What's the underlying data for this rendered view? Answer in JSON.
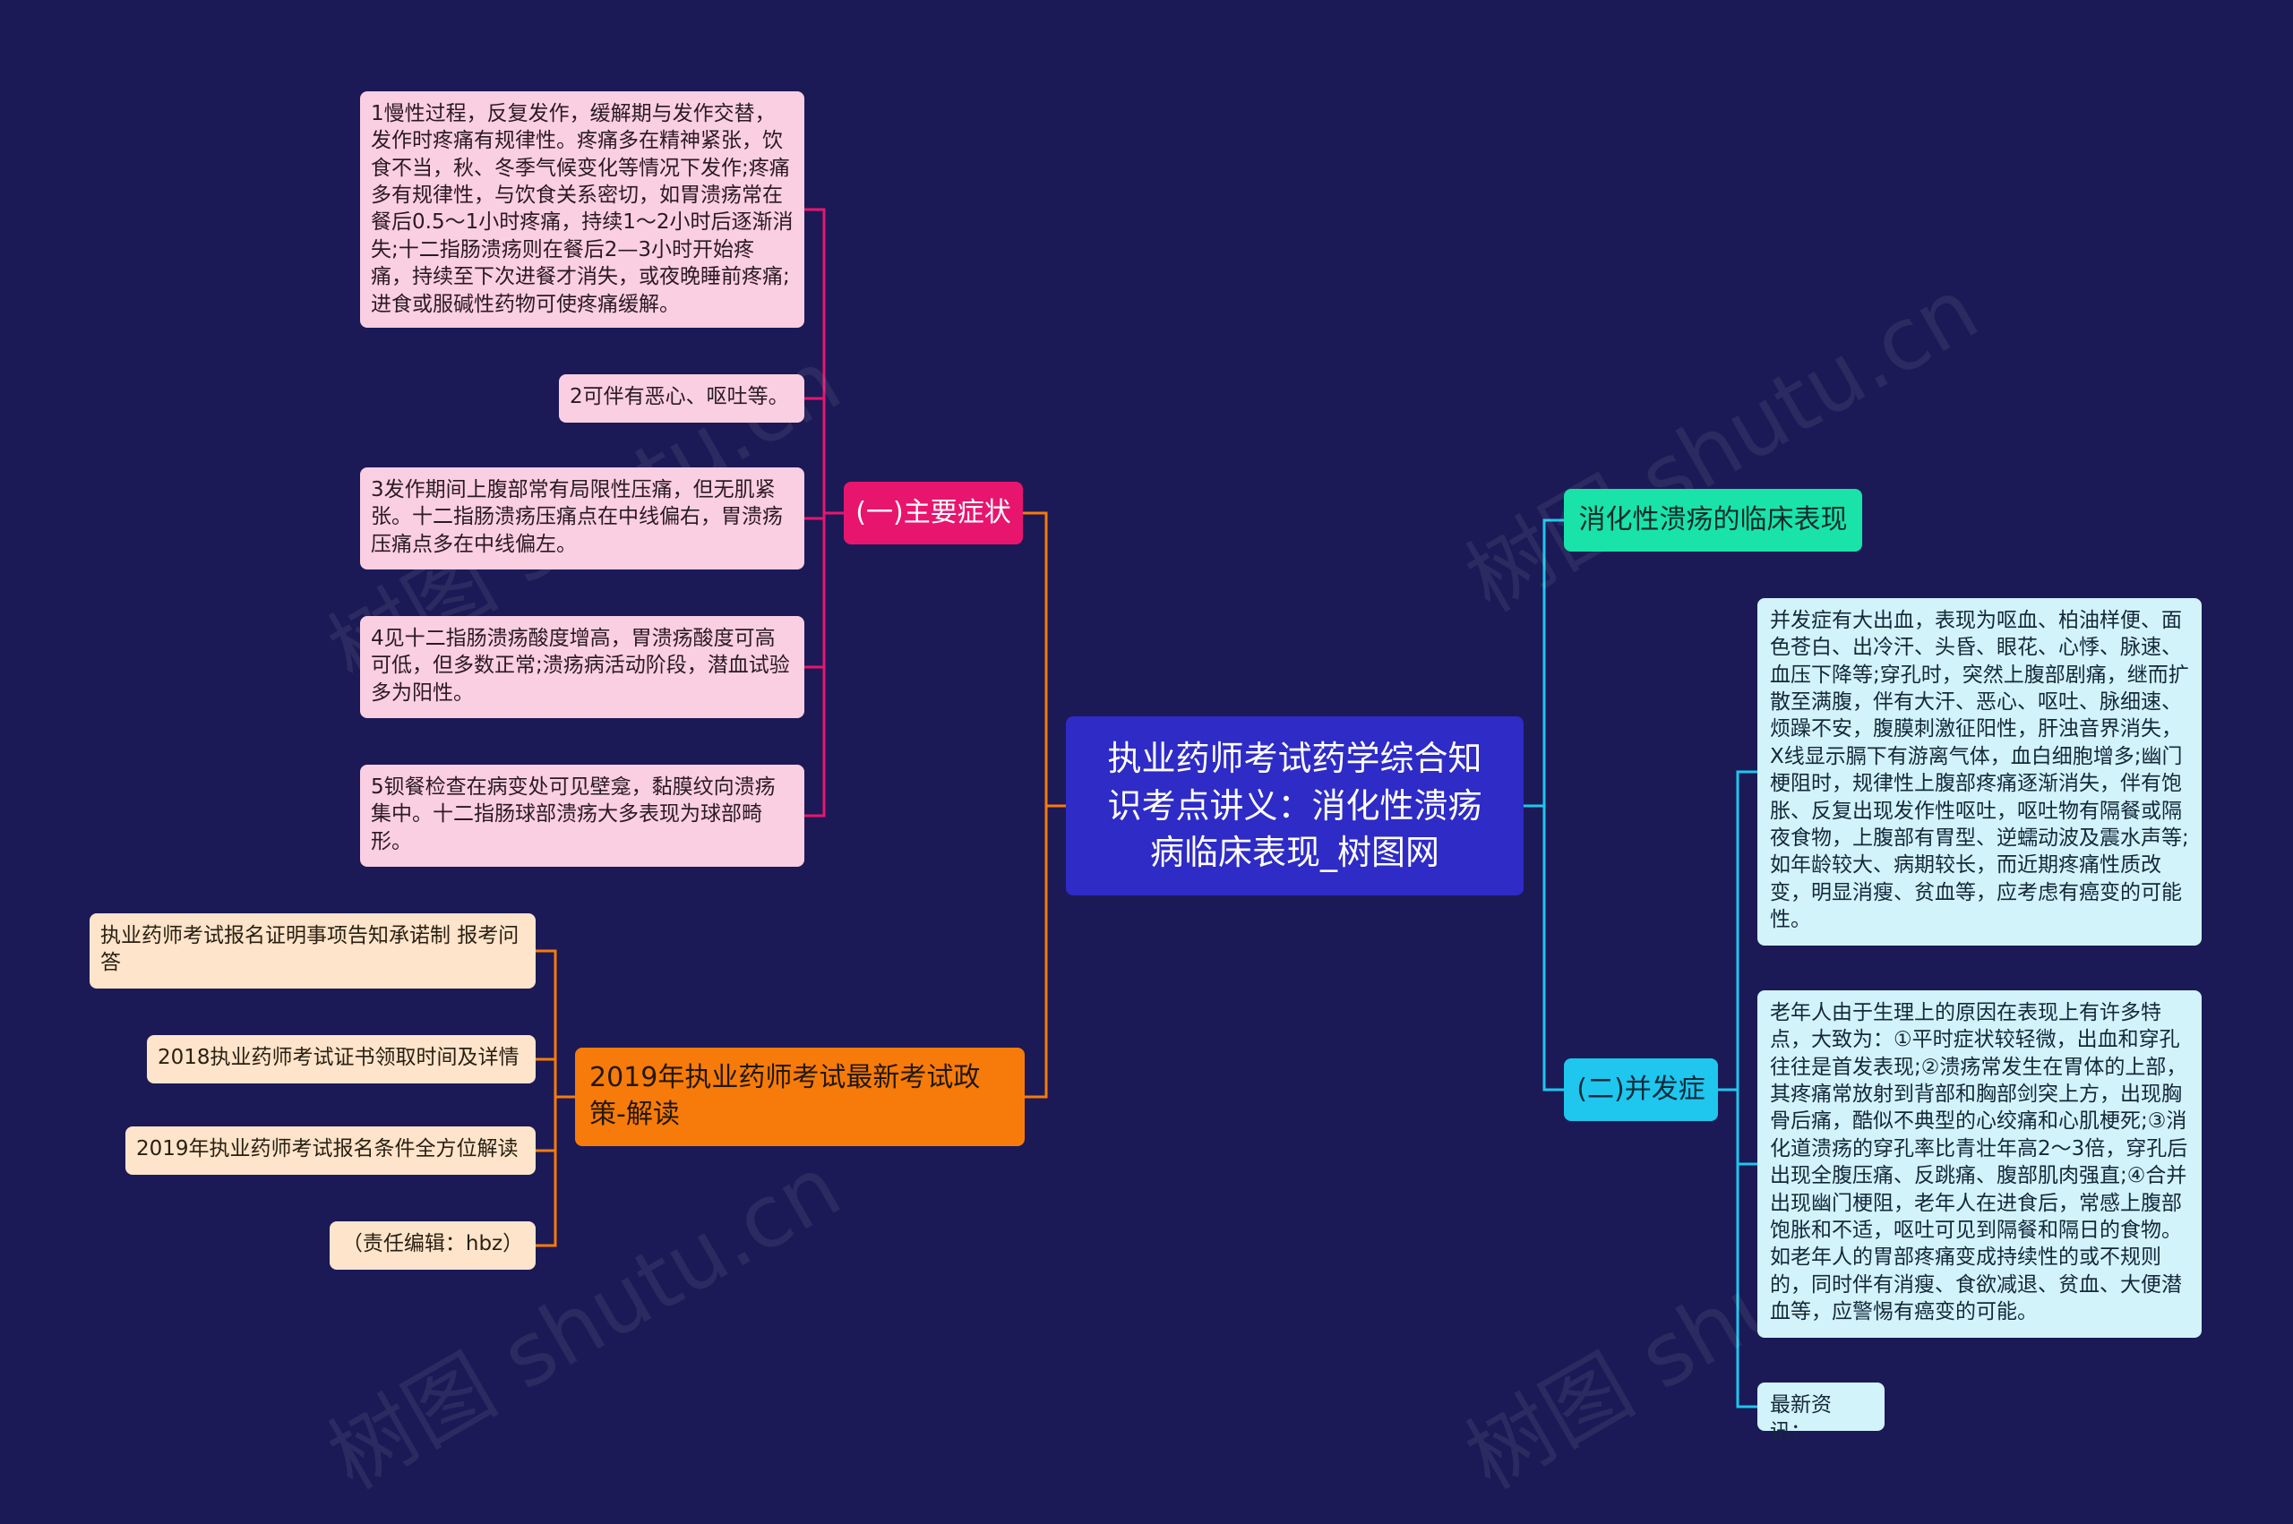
{
  "root": {
    "label": "执业药师考试药学综合知识考点讲义：消化性溃疡病临床表现_树图网"
  },
  "branches": {
    "main_symptoms": {
      "label": "(一)主要症状",
      "color": "#e8156f",
      "items": [
        "1慢性过程，反复发作，缓解期与发作交替，发作时疼痛有规律性。疼痛多在精神紧张，饮食不当，秋、冬季气候变化等情况下发作;疼痛多有规律性，与饮食关系密切，如胃溃疡常在餐后0.5～1小时疼痛，持续1～2小时后逐渐消失;十二指肠溃疡则在餐后2—3小时开始疼痛，持续至下次进餐才消失，或夜晚睡前疼痛;进食或服碱性药物可使疼痛缓解。",
        "2可伴有恶心、呕吐等。",
        "3发作期间上腹部常有局限性压痛，但无肌紧张。十二指肠溃疡压痛点在中线偏右，胃溃疡压痛点多在中线偏左。",
        "4见十二指肠溃疡酸度增高，胃溃疡酸度可高可低，但多数正常;溃疡病活动阶段，潜血试验多为阳性。",
        "5钡餐检查在病变处可见壁龛，黏膜纹向溃疡集中。十二指肠球部溃疡大多表现为球部畸形。"
      ]
    },
    "policy": {
      "label": "2019年执业药师考试最新考试政策-解读",
      "color": "#f77b0a",
      "items": [
        "执业药师考试报名证明事项告知承诺制 报考问答",
        "2018执业药师考试证书领取时间及详情",
        "2019年执业药师考试报名条件全方位解读",
        "（责任编辑：hbz）"
      ]
    },
    "clinical": {
      "label": "消化性溃疡的临床表现",
      "color": "#19e3a9"
    },
    "complications": {
      "label": "(二)并发症",
      "color": "#1fc6ee",
      "items": [
        "并发症有大出血，表现为呕血、柏油样便、面色苍白、出冷汗、头昏、眼花、心悸、脉速、血压下降等;穿孔时，突然上腹部剧痛，继而扩散至满腹，伴有大汗、恶心、呕吐、脉细速、烦躁不安，腹膜刺激征阳性，肝浊音界消失，X线显示膈下有游离气体，血白细胞增多;幽门梗阻时，规律性上腹部疼痛逐渐消失，伴有饱胀、反复出现发作性呕吐，呕吐物有隔餐或隔夜食物，上腹部有胃型、逆蠕动波及震水声等;如年龄较大、病期较长，而近期疼痛性质改变，明显消瘦、贫血等，应考虑有癌变的可能性。",
        "老年人由于生理上的原因在表现上有许多特点，大致为：①平时症状较轻微，出血和穿孔往往是首发表现;②溃疡常发生在胃体的上部，其疼痛常放射到背部和胸部剑突上方，出现胸骨后痛，酷似不典型的心绞痛和心肌梗死;③消化道溃疡的穿孔率比青壮年高2～3倍，穿孔后出现全腹压痛、反跳痛、腹部肌肉强直;④合并出现幽门梗阻，老年人在进食后，常感上腹部饱胀和不适，呕吐可见到隔餐和隔日的食物。如老年人的胃部疼痛变成持续性的或不规则的，同时伴有消瘦、食欲减退、贫血、大便潜血等，应警惕有癌变的可能。",
        "最新资讯："
      ]
    }
  },
  "watermark": "树图 shutu.cn",
  "colors": {
    "background": "#1b1a56",
    "root": "#2e2bc6"
  }
}
